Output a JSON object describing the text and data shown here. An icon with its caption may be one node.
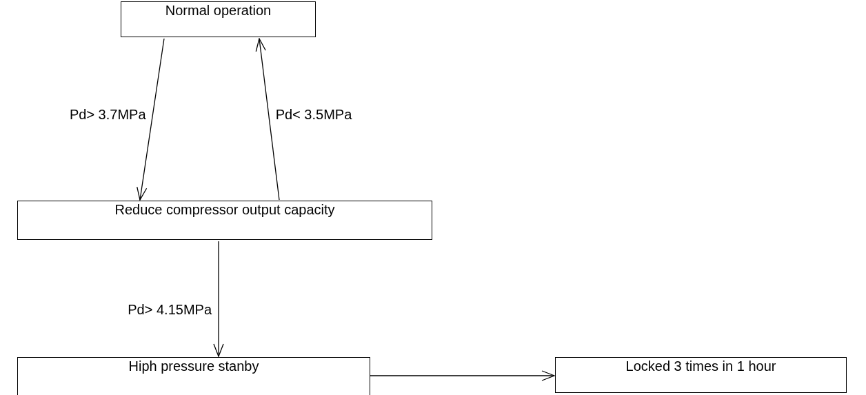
{
  "diagram": {
    "nodes": [
      {
        "text": [
          "Normal operation"
        ]
      },
      {
        "text": [
          "Reduce compressor output capacity"
        ]
      },
      {
        "text": [
          "Hiph pressure stanby"
        ]
      },
      {
        "text": [
          "Locked 3 times in 1 hour"
        ]
      }
    ],
    "edges": [
      {
        "from": 0,
        "to": 1,
        "arrow": "to",
        "label": "Pd> 3.7MPa"
      },
      {
        "from": 1,
        "to": 0,
        "arrow": "to",
        "label": "Pd< 3.5MPa"
      },
      {
        "from": 1,
        "to": 2,
        "arrow": "to",
        "label": "Pd> 4.15MPa"
      },
      {
        "from": 2,
        "to": 3,
        "arrow": "to"
      }
    ]
  }
}
